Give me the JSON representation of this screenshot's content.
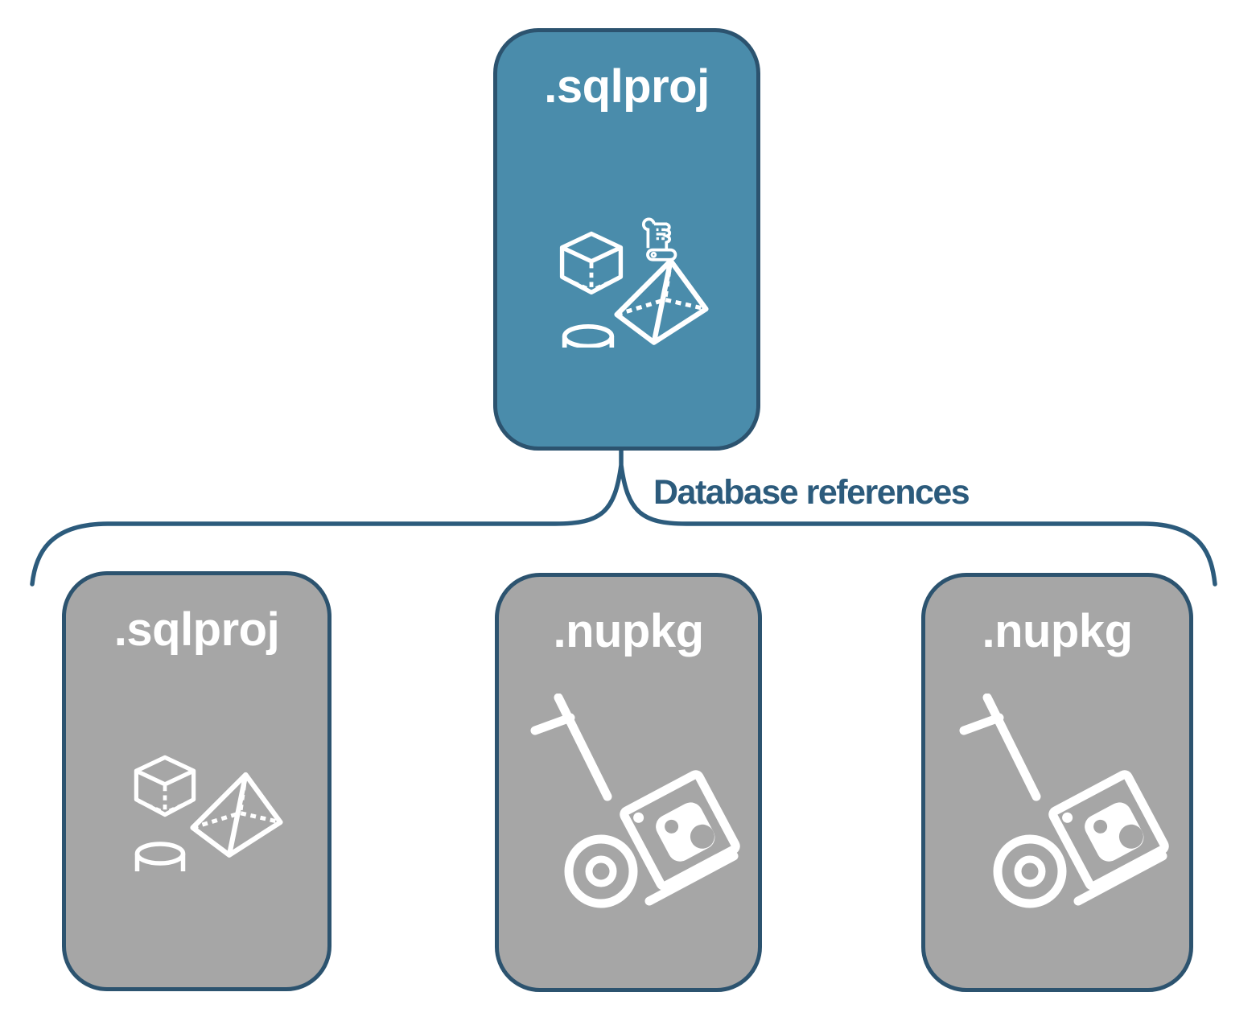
{
  "connector": {
    "label": "Database references"
  },
  "boxes": [
    {
      "id": "main-sqlproj",
      "label": ".sqlproj",
      "icon": "sql-objects-and-scripts"
    },
    {
      "id": "reference-sqlproj",
      "label": ".sqlproj",
      "icon": "sql-objects"
    },
    {
      "id": "reference-nupkg-1",
      "label": ".nupkg",
      "icon": "package-hand-truck"
    },
    {
      "id": "reference-nupkg-2",
      "label": ".nupkg",
      "icon": "package-hand-truck"
    }
  ],
  "colors": {
    "main_box_fill": "#4A8CAB",
    "reference_box_fill": "#A6A6A6",
    "box_border": "#2C536F",
    "connector_line": "#2C5B7C",
    "connector_text": "#2C5B7C",
    "box_label_text": "#FFFFFF",
    "icon_stroke": "#FFFFFF"
  }
}
